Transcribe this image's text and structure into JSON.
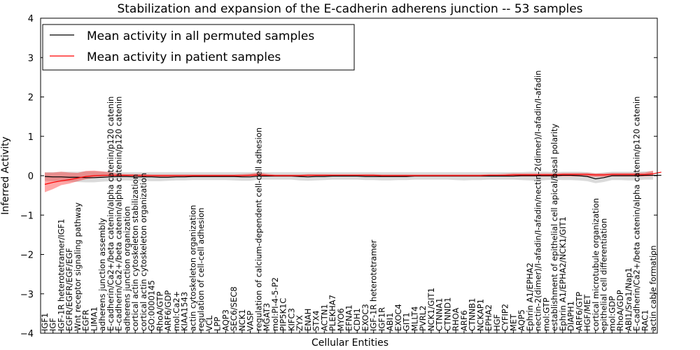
{
  "chart_data": {
    "type": "line",
    "title": "Stabilization and expansion of the E-cadherin adherens junction -- 53 samples",
    "xlabel": "Cellular Entities",
    "ylabel": "Inferred Activity",
    "ylim": [
      -4,
      4
    ],
    "yticks": [
      "−4",
      "−3",
      "−2",
      "−1",
      "0",
      "1",
      "2",
      "3",
      "4"
    ],
    "legend_placement": "top-left",
    "grid": false,
    "categories": [
      "IGF1",
      "IGF",
      "IGF-1R heterotetramer/IGF1",
      "EGFR/EGFR/EGF/EGF",
      "Wnt receptor signaling pathway",
      "EGFR",
      "LIMA1",
      "adherens junction assembly",
      "E-cadherin/Ca2+/beta catenin/alpha catenin/p120 catenin",
      "E-cadherin/Ca2+/beta catenin/alpha catenin/p120 catenin",
      "adherens junction organization",
      "cortical actin cytoskeleton stabilization",
      "cortical actin cytoskeleton organization",
      "GO:0000145",
      "RhoA/GTP",
      "ARF6/GDP",
      "mol:Ca2+",
      "KIAA1543",
      "actin cytoskeleton organization",
      "regulation of cell-cell adhesion",
      "VCL",
      "LPP",
      "AQP3",
      "SEC6/SEC8",
      "NCK1",
      "VASP",
      "regulation of calcium-dependent cell-cell adhesion",
      "MGAT3",
      "mol:PI-4-5-P2",
      "PIP5K1C",
      "KIFC3",
      "ZYX",
      "ENAH",
      "STX4",
      "ACTN1",
      "PLEKHA7",
      "MYO6",
      "EFNA1",
      "CDH1",
      "EXOC3",
      "IGF-1R heterotetramer",
      "IGF1R",
      "ABI1",
      "EXOC4",
      "GIT1",
      "MLLT4",
      "PVRL2",
      "NCK1/GIT1",
      "CTNNA1",
      "CTNND1",
      "RHOA",
      "ARF6",
      "CTNNB1",
      "NCKAP1",
      "EPHA2",
      "HGF",
      "CYFIP2",
      "MET",
      "AQP5",
      "Ephrin A1/EPHA2",
      "nectin-2(dimer)/I-afadin/I-afadin/nectin-2(dimer)/I-afadin/I-afadin",
      "mol:GTP",
      "establishment of epithelial cell apical/basal polarity",
      "Ephrin A1/EPHA2/NCK1/GIT1",
      "DIAPH1",
      "ARF6/GTP",
      "HGF/MET",
      "cortical microtubule organization",
      "epithelial cell differentiation",
      "mol:GDP",
      "RhoA/GDP",
      "ABI1/Sra1/Nap1",
      "E-cadherin/Ca2+/beta catenin/alpha catenin/p120 catenin",
      "RAC1",
      "actin cable formation"
    ],
    "series": [
      {
        "name": "Mean activity in all permuted samples",
        "color": "#000000",
        "values": [
          -0.02,
          -0.03,
          -0.03,
          -0.04,
          -0.04,
          -0.05,
          -0.05,
          -0.04,
          -0.03,
          -0.02,
          -0.02,
          -0.03,
          -0.03,
          -0.03,
          -0.04,
          -0.04,
          -0.03,
          -0.03,
          -0.02,
          -0.02,
          -0.02,
          -0.02,
          -0.02,
          -0.02,
          -0.03,
          -0.03,
          -0.01,
          -0.01,
          -0.01,
          -0.01,
          -0.01,
          -0.02,
          -0.03,
          -0.02,
          -0.02,
          -0.01,
          -0.01,
          -0.01,
          -0.01,
          -0.02,
          -0.02,
          -0.02,
          -0.02,
          -0.02,
          -0.02,
          -0.01,
          -0.01,
          -0.01,
          -0.01,
          -0.01,
          -0.01,
          -0.01,
          -0.01,
          -0.01,
          -0.01,
          -0.01,
          -0.01,
          -0.01,
          0.0,
          0.0,
          0.0,
          0.0,
          0.0,
          0.01,
          0.01,
          0.0,
          -0.02,
          -0.08,
          -0.05,
          0.0,
          0.0,
          0.0,
          0.0,
          0.01,
          0.01,
          0.01
        ],
        "band_low": [
          -0.13,
          -0.14,
          -0.15,
          -0.15,
          -0.16,
          -0.17,
          -0.17,
          -0.15,
          -0.14,
          -0.12,
          -0.12,
          -0.13,
          -0.13,
          -0.14,
          -0.14,
          -0.13,
          -0.12,
          -0.12,
          -0.11,
          -0.11,
          -0.11,
          -0.11,
          -0.11,
          -0.12,
          -0.13,
          -0.13,
          -0.1,
          -0.1,
          -0.1,
          -0.1,
          -0.1,
          -0.12,
          -0.13,
          -0.12,
          -0.11,
          -0.1,
          -0.1,
          -0.1,
          -0.1,
          -0.11,
          -0.11,
          -0.12,
          -0.12,
          -0.11,
          -0.11,
          -0.1,
          -0.1,
          -0.1,
          -0.1,
          -0.1,
          -0.11,
          -0.12,
          -0.11,
          -0.11,
          -0.1,
          -0.1,
          -0.1,
          -0.1,
          -0.11,
          -0.12,
          -0.13,
          -0.11,
          -0.1,
          -0.11,
          -0.11,
          -0.12,
          -0.14,
          -0.19,
          -0.16,
          -0.11,
          -0.11,
          -0.12,
          -0.12,
          -0.1,
          -0.1,
          -0.1
        ],
        "band_high": [
          0.09,
          0.09,
          0.1,
          0.1,
          0.1,
          0.11,
          0.11,
          0.1,
          0.09,
          0.09,
          0.09,
          0.09,
          0.09,
          0.09,
          0.09,
          0.09,
          0.09,
          0.09,
          0.09,
          0.09,
          0.09,
          0.09,
          0.09,
          0.09,
          0.09,
          0.09,
          0.09,
          0.09,
          0.09,
          0.09,
          0.09,
          0.09,
          0.09,
          0.09,
          0.09,
          0.09,
          0.09,
          0.09,
          0.09,
          0.09,
          0.09,
          0.09,
          0.09,
          0.09,
          0.09,
          0.09,
          0.09,
          0.09,
          0.09,
          0.09,
          0.09,
          0.09,
          0.09,
          0.09,
          0.09,
          0.09,
          0.09,
          0.09,
          0.09,
          0.1,
          0.1,
          0.1,
          0.09,
          0.1,
          0.1,
          0.1,
          0.09,
          0.06,
          0.08,
          0.1,
          0.1,
          0.1,
          0.1,
          0.11,
          0.11,
          0.11
        ]
      },
      {
        "name": "Mean activity in patient samples",
        "color": "#ff0000",
        "values": [
          -0.22,
          -0.17,
          -0.13,
          -0.1,
          -0.06,
          -0.02,
          0.0,
          0.01,
          0.01,
          0.01,
          0.01,
          0.01,
          0.0,
          0.0,
          0.0,
          0.0,
          0.0,
          0.0,
          0.0,
          0.0,
          0.0,
          0.0,
          0.0,
          0.0,
          0.0,
          0.01,
          0.02,
          0.01,
          0.0,
          0.0,
          0.0,
          0.0,
          0.01,
          0.01,
          0.01,
          0.01,
          0.01,
          0.01,
          0.01,
          0.01,
          0.01,
          0.0,
          0.0,
          0.0,
          0.0,
          0.0,
          0.0,
          0.0,
          0.0,
          0.0,
          0.0,
          0.0,
          0.0,
          0.0,
          0.01,
          0.01,
          0.01,
          0.02,
          0.02,
          0.02,
          0.02,
          0.02,
          0.02,
          0.03,
          0.03,
          0.03,
          0.03,
          0.02,
          0.02,
          0.03,
          0.03,
          0.03,
          0.03,
          0.03,
          0.05,
          0.09
        ],
        "band_low": [
          -0.42,
          -0.34,
          -0.24,
          -0.2,
          -0.14,
          -0.09,
          -0.06,
          -0.04,
          -0.03,
          -0.03,
          -0.03,
          -0.03,
          -0.03,
          -0.03,
          -0.03,
          -0.03,
          -0.03,
          -0.02,
          -0.02,
          -0.02,
          -0.02,
          -0.02,
          -0.02,
          -0.02,
          -0.02,
          -0.02,
          -0.02,
          -0.02,
          -0.02,
          -0.02,
          -0.02,
          -0.02,
          -0.02,
          -0.02,
          -0.02,
          -0.02,
          -0.02,
          -0.02,
          -0.02,
          -0.02,
          -0.02,
          -0.02,
          -0.02,
          -0.02,
          -0.02,
          -0.02,
          -0.02,
          -0.02,
          -0.02,
          -0.02,
          -0.02,
          -0.02,
          -0.02,
          -0.02,
          -0.02,
          -0.02,
          -0.02,
          -0.02,
          -0.02,
          -0.02,
          -0.02,
          -0.02,
          -0.02,
          -0.02,
          -0.02,
          -0.02,
          -0.02,
          -0.03,
          -0.03,
          -0.02,
          -0.02,
          -0.02,
          -0.02,
          -0.02,
          -0.01,
          0.01
        ],
        "band_high": [
          0.08,
          0.08,
          0.1,
          0.08,
          0.07,
          0.12,
          0.13,
          0.11,
          0.09,
          0.05,
          0.04,
          0.04,
          0.04,
          0.03,
          0.03,
          0.03,
          0.03,
          0.03,
          0.03,
          0.03,
          0.03,
          0.03,
          0.03,
          0.03,
          0.04,
          0.05,
          0.08,
          0.05,
          0.03,
          0.03,
          0.03,
          0.03,
          0.04,
          0.04,
          0.04,
          0.04,
          0.04,
          0.04,
          0.04,
          0.04,
          0.04,
          0.03,
          0.03,
          0.03,
          0.03,
          0.03,
          0.03,
          0.03,
          0.03,
          0.03,
          0.03,
          0.03,
          0.03,
          0.03,
          0.04,
          0.04,
          0.05,
          0.06,
          0.06,
          0.06,
          0.06,
          0.06,
          0.06,
          0.07,
          0.07,
          0.07,
          0.07,
          0.06,
          0.06,
          0.07,
          0.07,
          0.07,
          0.07,
          0.08,
          0.13,
          0.19
        ]
      }
    ],
    "band_colors": {
      "permuted": "#bdbdbd",
      "patient": "#ff0000"
    }
  }
}
